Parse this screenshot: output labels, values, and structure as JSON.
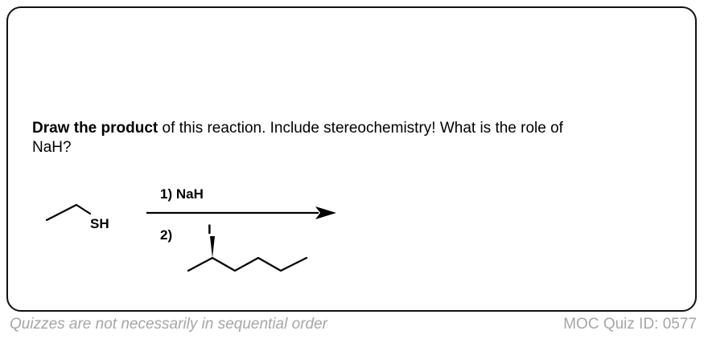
{
  "question": {
    "bold": "Draw the product",
    "rest": " of this reaction. Include stereochemistry! What is the role of NaH?"
  },
  "reaction": {
    "reactant_label": "SH",
    "step1": "1) NaH",
    "step2": "2)",
    "iodide_label": "I"
  },
  "footer": {
    "note": "Quizzes are not necessarily in sequential order",
    "quiz_id": "MOC Quiz ID: 0577"
  }
}
